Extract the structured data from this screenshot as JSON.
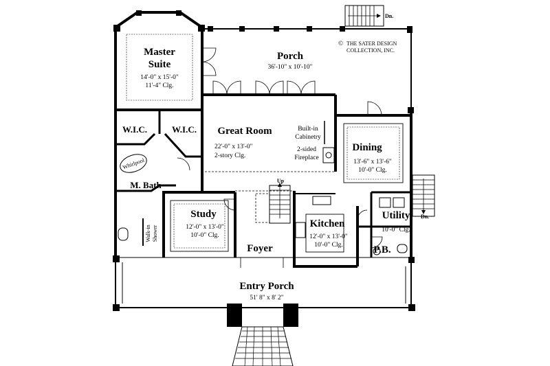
{
  "copyright": {
    "symbol": "©",
    "line1": "THE SATER DESIGN",
    "line2": "COLLECTION, INC."
  },
  "rooms": {
    "master_suite": {
      "name1": "Master",
      "name2": "Suite",
      "size": "14'-0\" x 15'-0\"",
      "ceiling": "11'-4\" Clg."
    },
    "porch": {
      "name": "Porch",
      "size": "36'-10\" x 10'-10\""
    },
    "great_room": {
      "name": "Great Room",
      "size": "22'-0\" x 13'-0\"",
      "ceiling": "2-story Clg."
    },
    "dining": {
      "name": "Dining",
      "size": "13'-6\" x 13'-6\"",
      "ceiling": "10'-0\" Clg."
    },
    "wic_left": {
      "name": "W.I.C."
    },
    "wic_right": {
      "name": "W.I.C."
    },
    "m_bath": {
      "name": "M. Bath"
    },
    "study": {
      "name": "Study",
      "size": "12'-0\" x 13'-0\"",
      "ceiling": "10'-0\" Clg."
    },
    "foyer": {
      "name": "Foyer"
    },
    "kitchen": {
      "name": "Kitchen",
      "size": "12'-0\" x 13'-0\"",
      "ceiling": "10'-0\" Clg."
    },
    "utility": {
      "name": "Utility",
      "ceiling": "10'-0\" Clg."
    },
    "pb": {
      "name": "P.B."
    },
    "entry_porch": {
      "name": "Entry Porch",
      "size": "51' 8\" x 8' 2\""
    }
  },
  "fixtures": {
    "builtin_line1": "Built-in",
    "builtin_line2": "Cabinetry",
    "fireplace_line1": "2-sided",
    "fireplace_line2": "Fireplace",
    "whirlpool": "Whirlpool",
    "walkin_shower_line1": "Walk-in",
    "walkin_shower_line2": "Shower"
  },
  "stairs": {
    "up": "Up",
    "down_top": "Dn.",
    "down_right": "Dn."
  }
}
